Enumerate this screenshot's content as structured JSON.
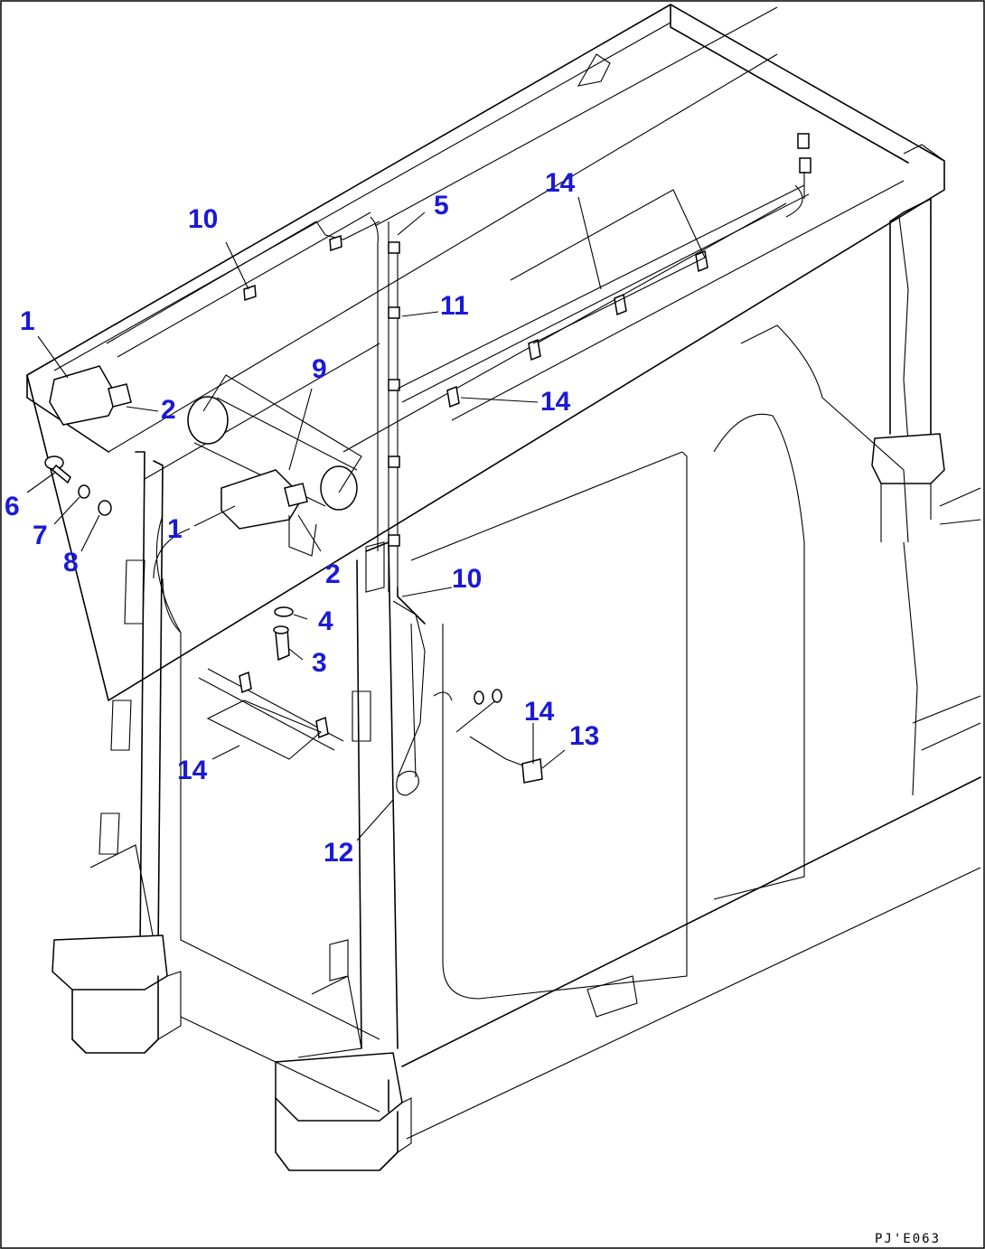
{
  "diagram": {
    "drawing_ref": "PJ'E063",
    "callouts": [
      {
        "id": "c1a",
        "label": "1"
      },
      {
        "id": "c1b",
        "label": "1"
      },
      {
        "id": "c2a",
        "label": "2"
      },
      {
        "id": "c2b",
        "label": "2"
      },
      {
        "id": "c3",
        "label": "3"
      },
      {
        "id": "c4",
        "label": "4"
      },
      {
        "id": "c5",
        "label": "5"
      },
      {
        "id": "c6",
        "label": "6"
      },
      {
        "id": "c7",
        "label": "7"
      },
      {
        "id": "c8",
        "label": "8"
      },
      {
        "id": "c9",
        "label": "9"
      },
      {
        "id": "c10a",
        "label": "10"
      },
      {
        "id": "c10b",
        "label": "10"
      },
      {
        "id": "c11",
        "label": "11"
      },
      {
        "id": "c12",
        "label": "12"
      },
      {
        "id": "c13",
        "label": "13"
      },
      {
        "id": "c14a",
        "label": "14"
      },
      {
        "id": "c14b",
        "label": "14"
      },
      {
        "id": "c14c",
        "label": "14"
      },
      {
        "id": "c14d",
        "label": "14"
      }
    ],
    "colors": {
      "callout": "#1a1ad6",
      "line": "#000000",
      "background": "#ffffff"
    }
  }
}
